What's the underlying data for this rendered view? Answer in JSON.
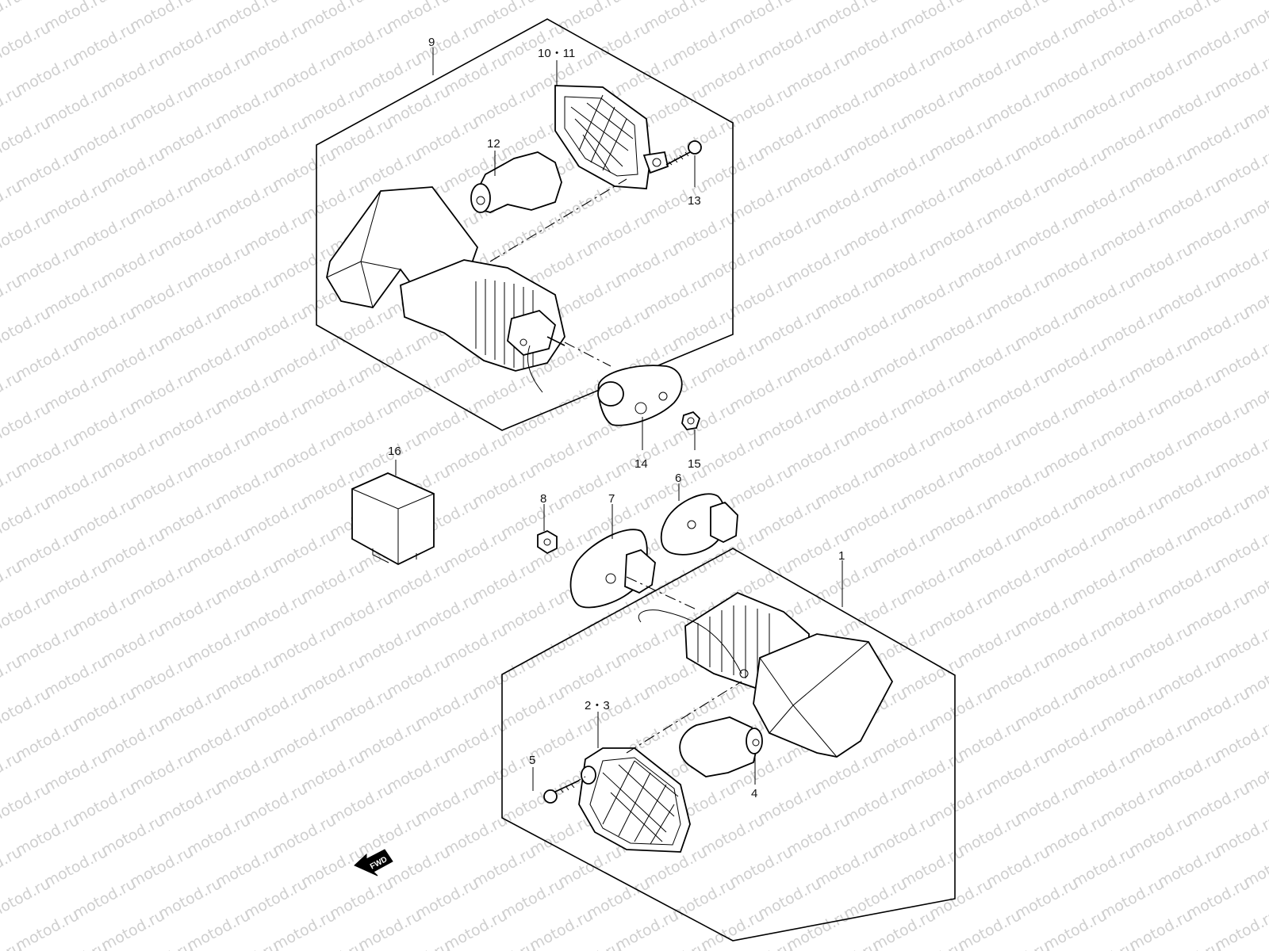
{
  "watermark": {
    "text": "motod.ru",
    "color": "#cfcfcf"
  },
  "callouts": {
    "c1": "1",
    "c2_3": "2・3",
    "c4": "4",
    "c5": "5",
    "c6": "6",
    "c7": "7",
    "c8": "8",
    "c9": "9",
    "c10_11": "10・11",
    "c12": "12",
    "c13": "13",
    "c14": "14",
    "c15": "15",
    "c16": "16"
  },
  "fwd_arrow": {
    "label": "FWD"
  }
}
